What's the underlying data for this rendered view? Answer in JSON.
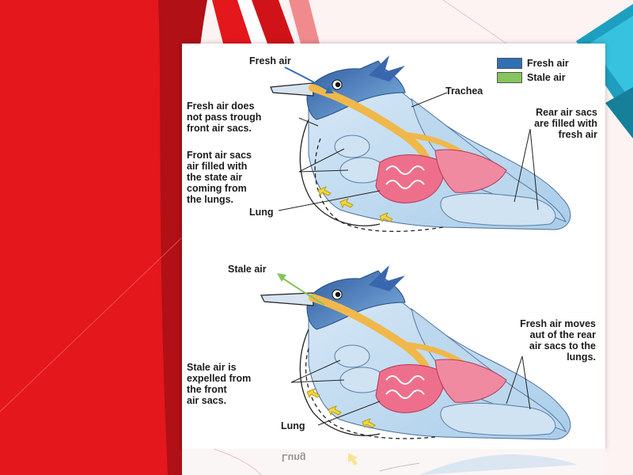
{
  "legend": {
    "fresh_air": {
      "label": "Fresh air",
      "color": "#2f6fb4"
    },
    "stale_air": {
      "label": "Stale air",
      "color": "#86c45c"
    }
  },
  "top": {
    "fresh_air": "Fresh air",
    "trachea": "Trachea",
    "fresh_not_pass": "Fresh air does\nnot pass trough\nfront air sacs.",
    "front_sacs": "Front air sacs\nair filled with\nthe state air\ncoming from\nthe lungs.",
    "lung": "Lung",
    "rear_sacs": "Rear air sacs\nare filled with\nfresh air"
  },
  "bottom": {
    "stale_air": "Stale air",
    "fresh_moves": "Fresh air moves\naut of the rear\nair sacs to the\nlungs.",
    "stale_expelled": "Stale air is\nexpelled from\nthe front\nair sacs.",
    "lung": "Lung"
  },
  "reflection_text": "Lung"
}
